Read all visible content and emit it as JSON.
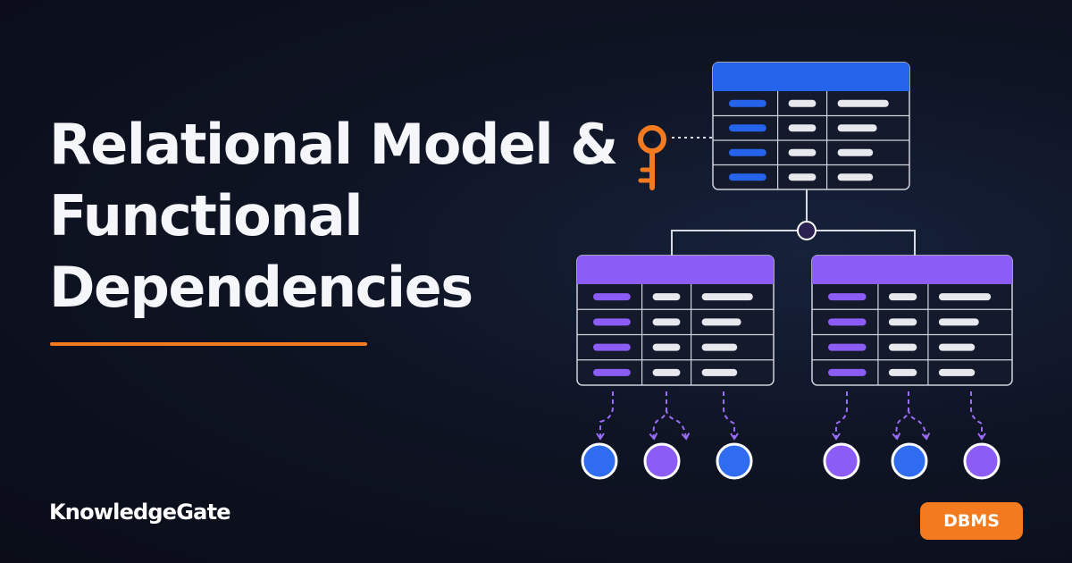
{
  "title": {
    "line1": "Relational Model &",
    "line2": "Functional",
    "line3": "Dependencies"
  },
  "brand": "KnowledgeGate",
  "badge": "DBMS",
  "colors": {
    "background": "#0b0f1c",
    "accent_orange": "#f47a1f",
    "table_blue": "#2563eb",
    "table_purple": "#8b5cf6",
    "text_white": "#f5f6fa"
  },
  "diagram": {
    "key_icon": "key-icon",
    "tables": [
      {
        "name": "top-table",
        "header_color": "blue",
        "rows": 4,
        "columns": 3
      },
      {
        "name": "left-table",
        "header_color": "purple",
        "rows": 4,
        "columns": 3
      },
      {
        "name": "right-table",
        "header_color": "purple",
        "rows": 4,
        "columns": 3
      }
    ],
    "nodes": [
      "blue",
      "purple",
      "blue",
      "purple",
      "blue",
      "purple"
    ]
  }
}
